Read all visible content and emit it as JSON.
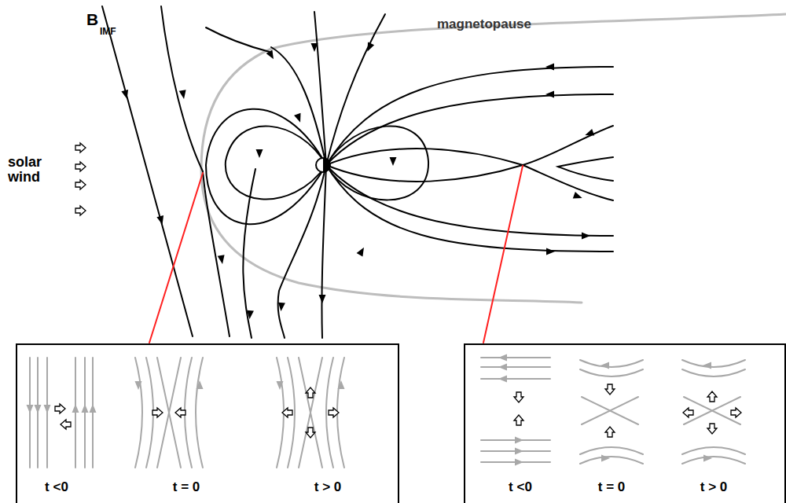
{
  "diagram": {
    "nodes": [
      {
        "text": [
          "t <0",
          "t = 0",
          "t > 0"
        ]
      },
      {
        "text": [
          "t <0",
          "t = 0",
          "t > 0"
        ]
      }
    ],
    "labels": [
      "B",
      "IMF",
      "magnetopause",
      "solar wind"
    ]
  }
}
